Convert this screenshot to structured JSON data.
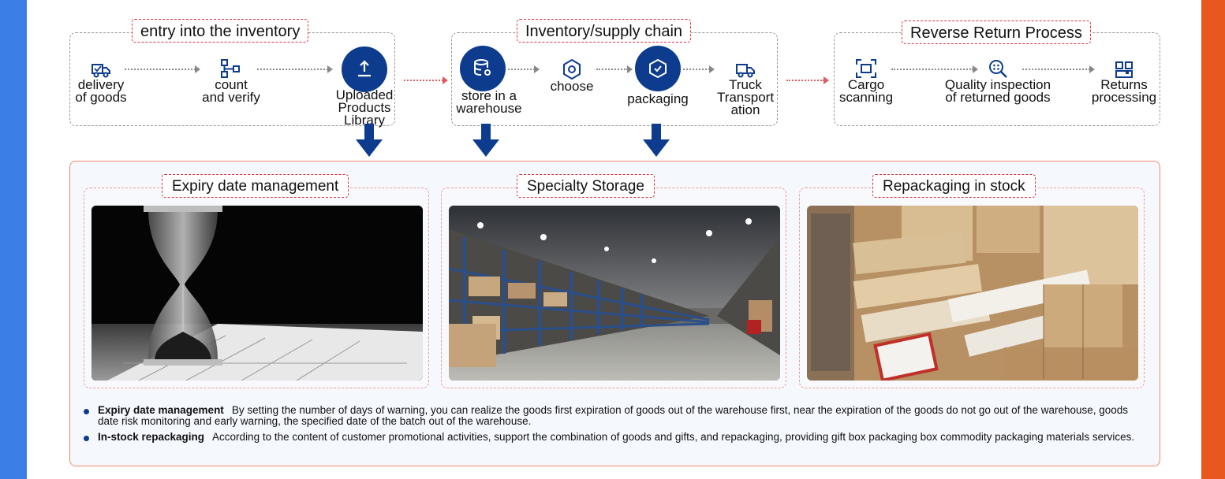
{
  "groups": {
    "entry": {
      "title": "entry into the inventory",
      "steps": [
        {
          "label_lines": [
            "delivery",
            "of goods"
          ],
          "icon": "truck-icon"
        },
        {
          "label_lines": [
            "count",
            "and verify"
          ],
          "icon": "hierarchy-icon"
        },
        {
          "label_lines": [
            "Uploaded",
            "Products",
            "Library"
          ],
          "icon": "upload-icon"
        }
      ]
    },
    "inventory": {
      "title": "Inventory/supply chain",
      "steps": [
        {
          "label_lines": [
            "store in a",
            "warehouse"
          ],
          "icon": "database-icon"
        },
        {
          "label_lines": [
            "choose"
          ],
          "icon": "hexagon-icon"
        },
        {
          "label_lines": [
            "packaging"
          ],
          "icon": "box-icon"
        },
        {
          "label_lines": [
            "Truck",
            "Transport",
            "ation"
          ],
          "icon": "truck-icon"
        }
      ]
    },
    "reverse": {
      "title": "Reverse Return Process",
      "steps": [
        {
          "label_lines": [
            "Cargo",
            "scanning"
          ],
          "icon": "scan-icon"
        },
        {
          "label_lines": [
            "Quality inspection",
            "of returned goods"
          ],
          "icon": "magnifier-icon"
        },
        {
          "label_lines": [
            "Returns",
            "processing"
          ],
          "icon": "grid-icon"
        }
      ]
    }
  },
  "cards": [
    {
      "title": "Expiry date management",
      "image": "hourglass-calendar-photo"
    },
    {
      "title": "Specialty Storage",
      "image": "warehouse-racks-photo"
    },
    {
      "title": "Repackaging in stock",
      "image": "stacked-boxes-photo"
    }
  ],
  "notes": [
    {
      "heading": "Expiry date management",
      "text": "By setting the number of days of warning, you can realize the goods first expiration of goods out of the warehouse first, near the expiration of the goods do not go out of the warehouse, goods date risk monitoring and early warning, the specified date of the batch out of the warehouse."
    },
    {
      "heading": "In-stock repackaging",
      "text": "According to the content of customer promotional activities, support the combination of goods and gifts, and repackaging, providing gift box packaging box commodity packaging materials services."
    }
  ],
  "colors": {
    "accent_blue": "#0d3c8e",
    "left_bar": "#3a7ee6",
    "right_bar": "#e8571e",
    "dash_red": "#d9333f"
  }
}
